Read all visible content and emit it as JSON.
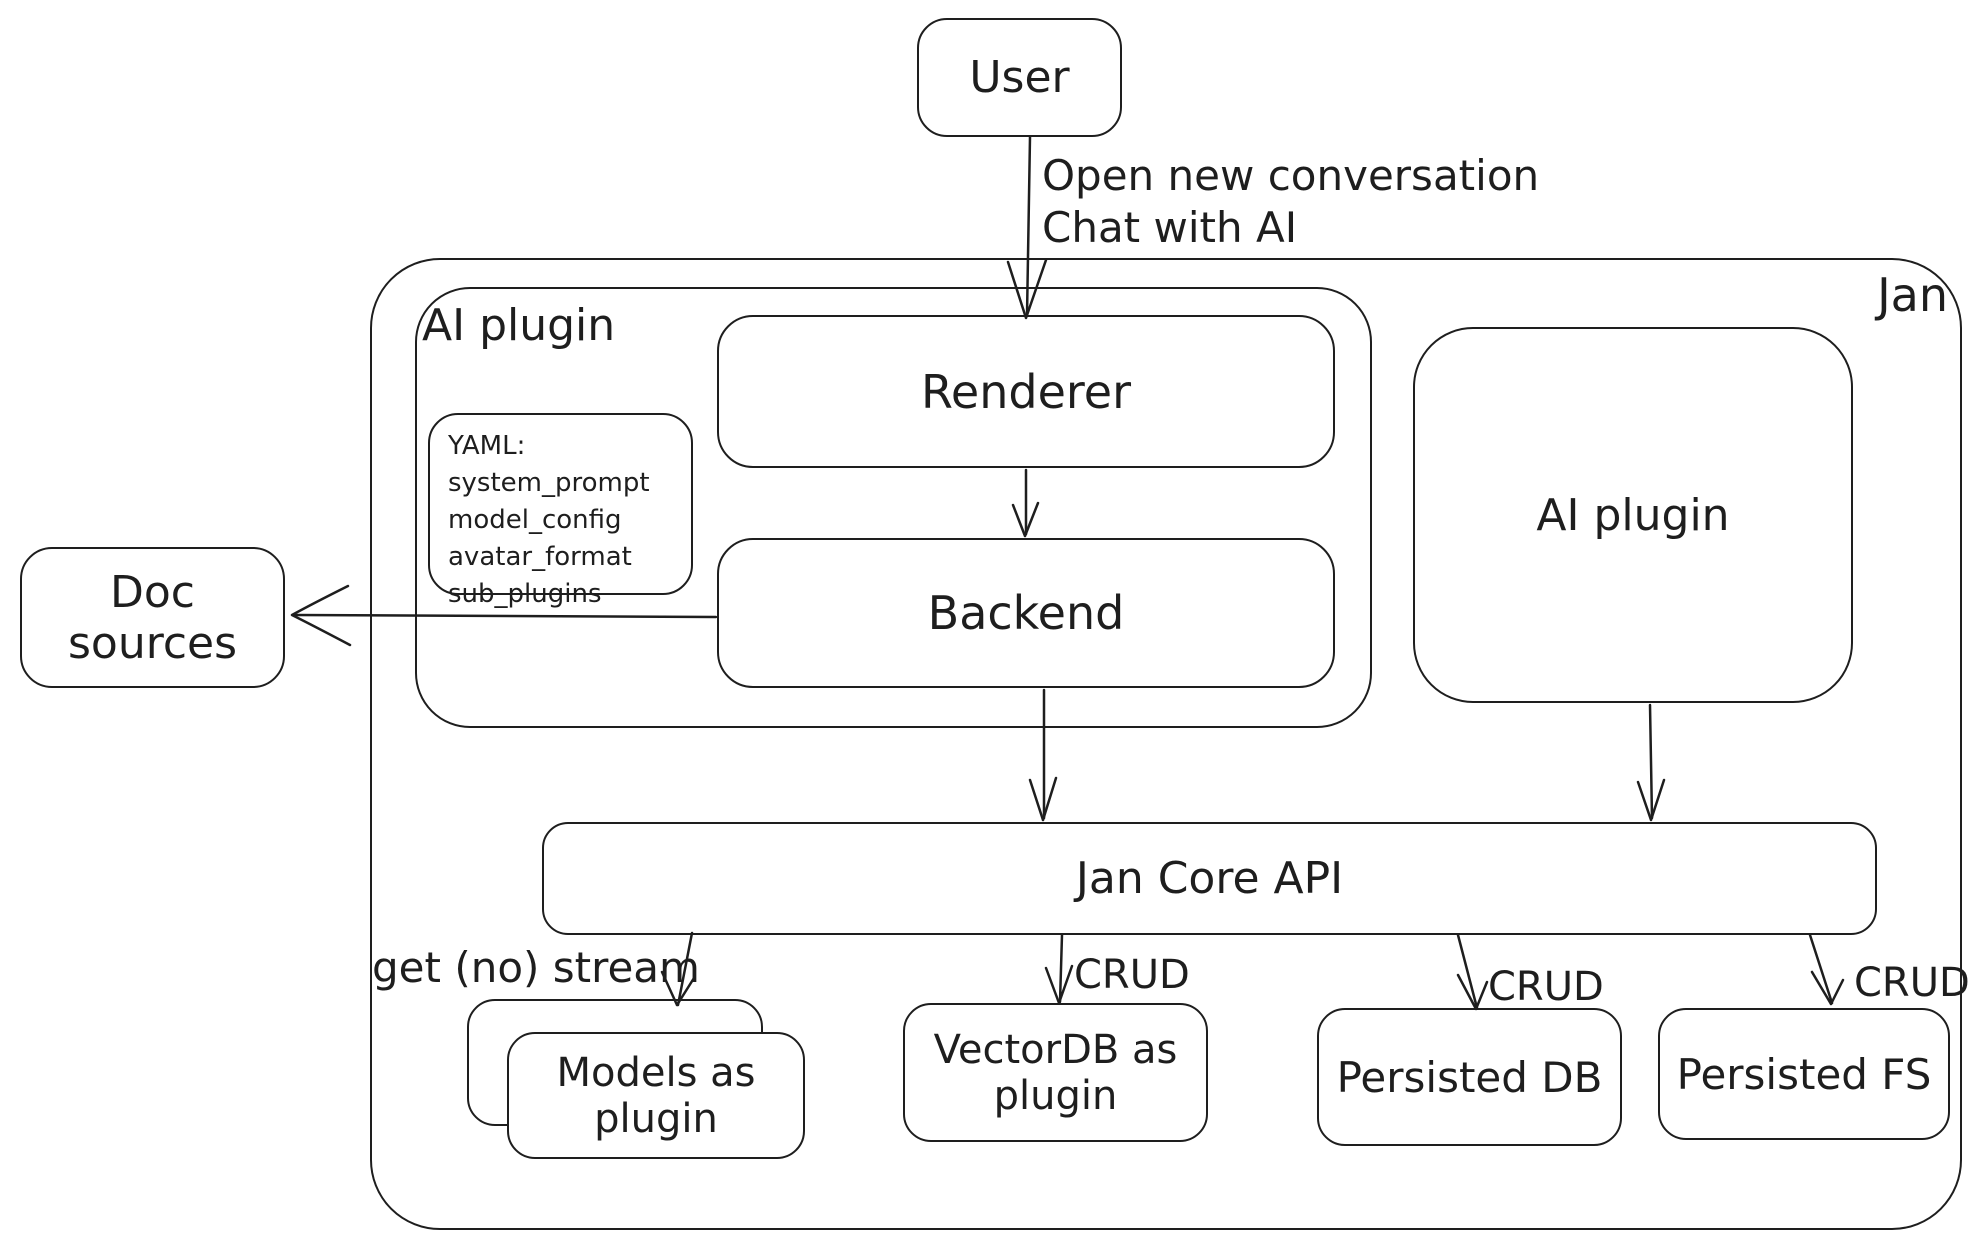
{
  "diagram": {
    "outer": {
      "label": "Jan"
    },
    "nodes": {
      "user": {
        "label": "User"
      },
      "ai_plugin_container": {
        "label": "AI plugin"
      },
      "yaml_note": {
        "lines": [
          "YAML:",
          "system_prompt",
          "model_config",
          "avatar_format",
          "sub_plugins"
        ]
      },
      "renderer": {
        "label": "Renderer"
      },
      "backend": {
        "label": "Backend"
      },
      "ai_plugin_right": {
        "label": "AI plugin"
      },
      "doc_sources": {
        "label": "Doc sources"
      },
      "jan_core_api": {
        "label": "Jan Core API"
      },
      "models_plugin": {
        "label": "Models as plugin"
      },
      "vectordb_plugin": {
        "label": "VectorDB as plugin"
      },
      "persisted_db": {
        "label": "Persisted DB"
      },
      "persisted_fs": {
        "label": "Persisted FS"
      }
    },
    "edges": {
      "user_to_renderer": {
        "label_lines": [
          "Open new conversation",
          "Chat with AI"
        ]
      },
      "api_to_models": {
        "label": "get (no) stream"
      },
      "api_to_vectordb": {
        "label": "CRUD"
      },
      "api_to_db": {
        "label": "CRUD"
      },
      "api_to_fs": {
        "label": "CRUD"
      }
    },
    "colors": {
      "stroke": "#1e1e1e",
      "background": "#ffffff"
    }
  }
}
